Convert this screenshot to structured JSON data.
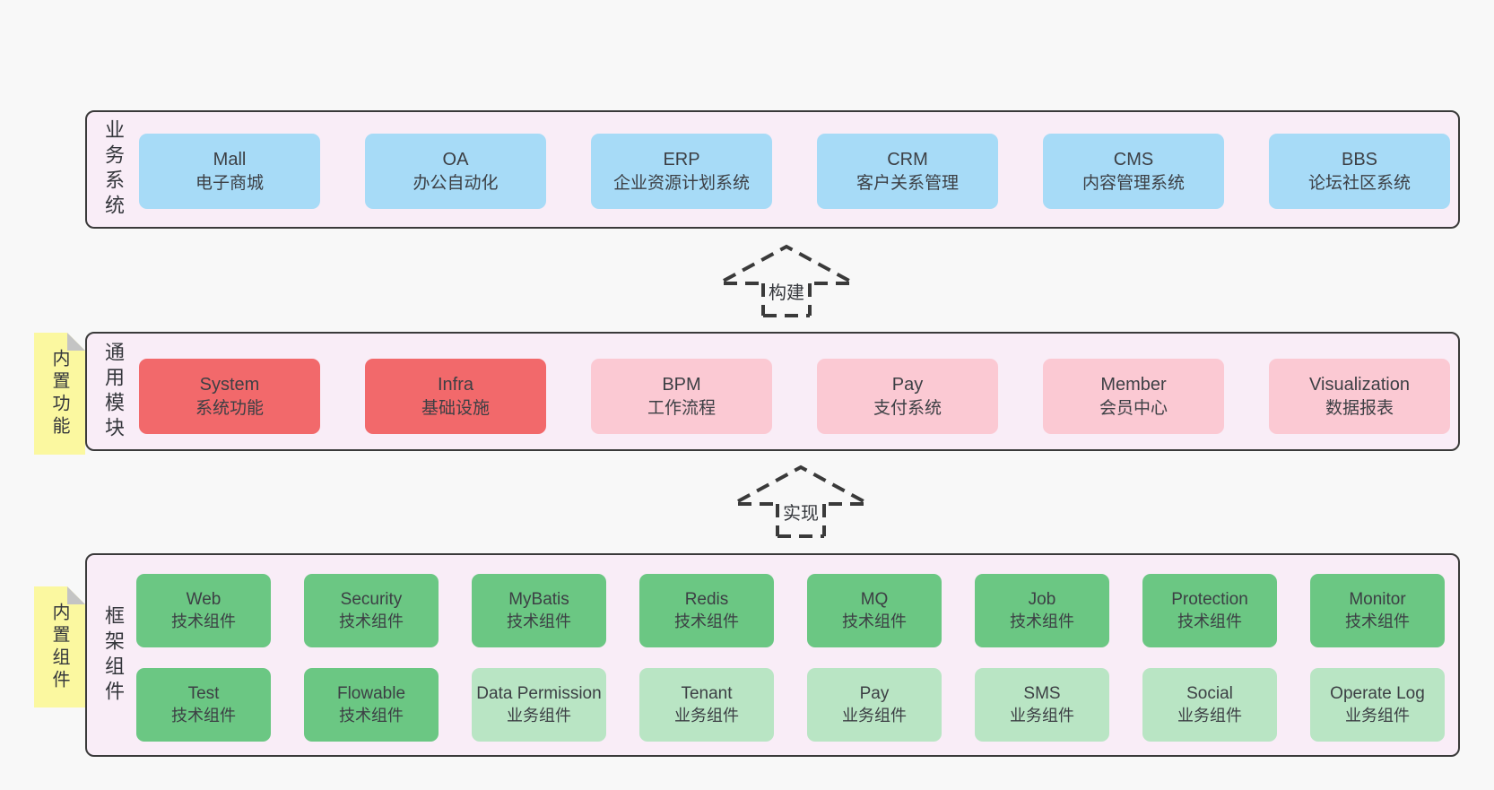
{
  "colors": {
    "page_background": "#f8f8f8",
    "band_background": "#f9edf7",
    "band_border": "#3a3a3a",
    "blue_box": "#a7dbf7",
    "red_box": "#f2696b",
    "pink_box": "#fbc9d3",
    "green_box": "#6bc783",
    "light_green_box": "#b9e5c4",
    "sticky_note": "#fbf8a0",
    "sticky_fold": "#c4c4c4",
    "text": "#3c3f44"
  },
  "sections": {
    "business": {
      "label": "业务系统",
      "boxes": [
        {
          "title": "Mall",
          "subtitle": "电子商城"
        },
        {
          "title": "OA",
          "subtitle": "办公自动化"
        },
        {
          "title": "ERP",
          "subtitle": "企业资源计划系统"
        },
        {
          "title": "CRM",
          "subtitle": "客户关系管理"
        },
        {
          "title": "CMS",
          "subtitle": "内容管理系统"
        },
        {
          "title": "BBS",
          "subtitle": "论坛社区系统"
        }
      ]
    },
    "modules": {
      "label": "通用模块",
      "sticky": "内置功能",
      "boxes": [
        {
          "title": "System",
          "subtitle": "系统功能"
        },
        {
          "title": "Infra",
          "subtitle": "基础设施"
        },
        {
          "title": "BPM",
          "subtitle": "工作流程"
        },
        {
          "title": "Pay",
          "subtitle": "支付系统"
        },
        {
          "title": "Member",
          "subtitle": "会员中心"
        },
        {
          "title": "Visualization",
          "subtitle": "数据报表"
        }
      ]
    },
    "components": {
      "label": "框架组件",
      "sticky": "内置组件",
      "row1": [
        {
          "title": "Web",
          "subtitle": "技术组件"
        },
        {
          "title": "Security",
          "subtitle": "技术组件"
        },
        {
          "title": "MyBatis",
          "subtitle": "技术组件"
        },
        {
          "title": "Redis",
          "subtitle": "技术组件"
        },
        {
          "title": "MQ",
          "subtitle": "技术组件"
        },
        {
          "title": "Job",
          "subtitle": "技术组件"
        },
        {
          "title": "Protection",
          "subtitle": "技术组件"
        },
        {
          "title": "Monitor",
          "subtitle": "技术组件"
        }
      ],
      "row2": [
        {
          "title": "Test",
          "subtitle": "技术组件"
        },
        {
          "title": "Flowable",
          "subtitle": "技术组件"
        },
        {
          "title": "Data Permission",
          "subtitle": "业务组件"
        },
        {
          "title": "Tenant",
          "subtitle": "业务组件"
        },
        {
          "title": "Pay",
          "subtitle": "业务组件"
        },
        {
          "title": "SMS",
          "subtitle": "业务组件"
        },
        {
          "title": "Social",
          "subtitle": "业务组件"
        },
        {
          "title": "Operate Log",
          "subtitle": "业务组件"
        }
      ]
    }
  },
  "arrows": [
    {
      "label": "构建"
    },
    {
      "label": "实现"
    }
  ]
}
